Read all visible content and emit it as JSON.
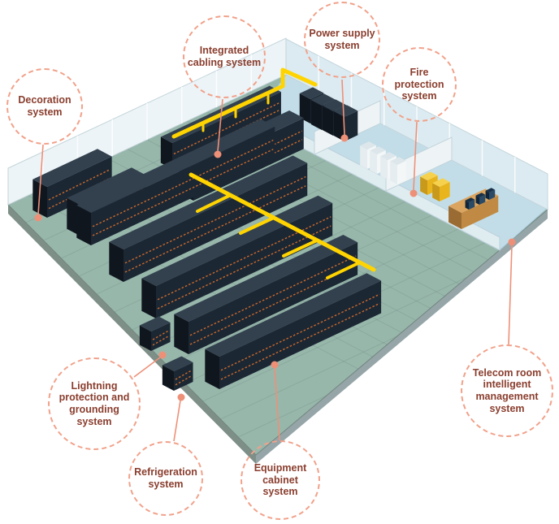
{
  "callouts": [
    {
      "id": "decoration-system",
      "label": "Decoration system"
    },
    {
      "id": "integrated-cabling-system",
      "label": "Integrated cabling system"
    },
    {
      "id": "power-supply-system",
      "label": "Power supply system"
    },
    {
      "id": "fire-protection-system",
      "label": "Fire protection system"
    },
    {
      "id": "lightning-protection-grounding-system",
      "label": "Lightning protection and grounding system"
    },
    {
      "id": "refrigeration-system",
      "label": "Refrigeration system"
    },
    {
      "id": "equipment-cabinet-system",
      "label": "Equipment cabinet system"
    },
    {
      "id": "telecom-room-intelligent-management-system",
      "label": "Telecom room intelligent management system"
    }
  ],
  "colors": {
    "callout_border": "#f1a18a",
    "callout_text": "#8a3e2e",
    "leader": "#ee9078",
    "floor": "#98b7ab",
    "interior_floor": "#c2dde8",
    "rack_front": "#1c2734",
    "rack_top": "#33414f",
    "rack_end": "#10161e",
    "rack_stripe": "#c96a2a",
    "cable_tray": "#ffd400",
    "wall": "#edf4f7",
    "desk": "#dba55f"
  }
}
